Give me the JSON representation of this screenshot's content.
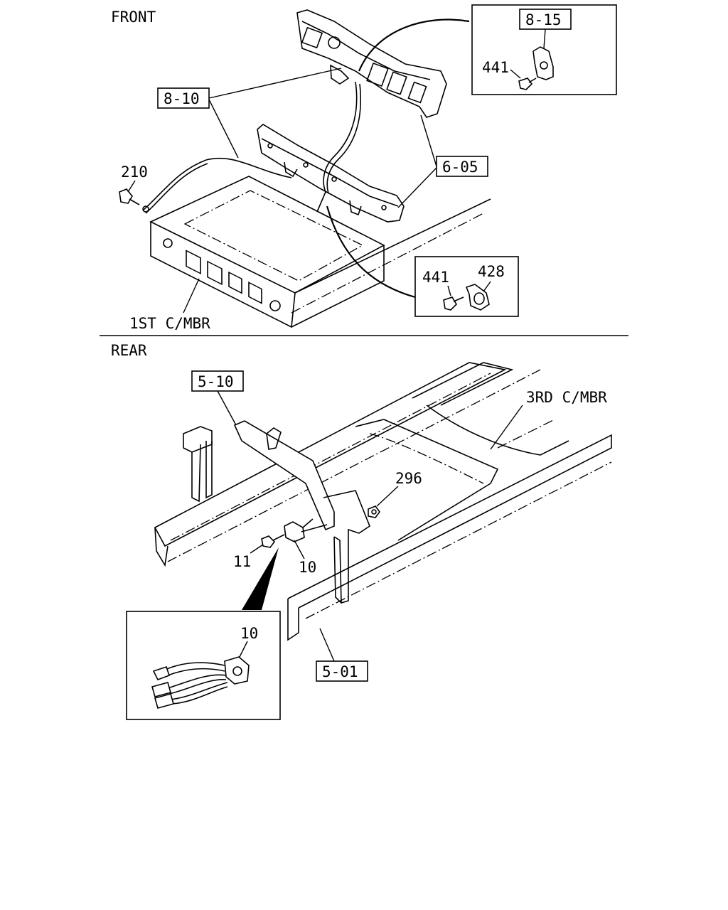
{
  "sections": {
    "front": "FRONT",
    "rear": "REAR"
  },
  "members": {
    "first": "1ST C/MBR",
    "third": "3RD C/MBR"
  },
  "refs": {
    "r8_10": "8-10",
    "r8_15": "8-15",
    "r6_05": "6-05",
    "r5_10": "5-10",
    "r5_01": "5-01"
  },
  "parts": {
    "p210": "210",
    "p441_top": "441",
    "p441_bottom": "441",
    "p428": "428",
    "p296": "296",
    "p11": "11",
    "p10": "10",
    "p10_detail": "10"
  }
}
